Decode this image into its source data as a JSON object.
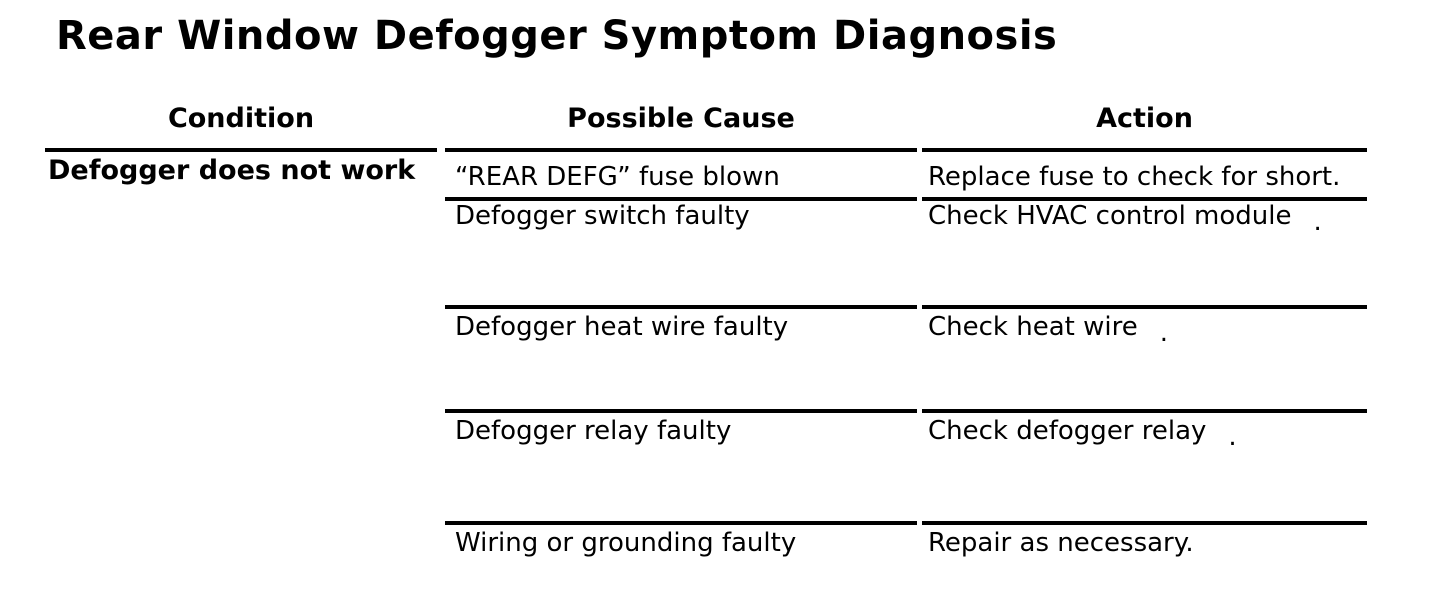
{
  "title": "Rear Window Defogger Symptom Diagnosis",
  "colors": {
    "text": "#000000",
    "background": "#ffffff",
    "rule_lines": "#000000"
  },
  "table": {
    "col_headers": {
      "condition": "Condition",
      "cause": "Possible Cause",
      "action": "Action"
    },
    "condition_value": "Defogger does not work",
    "rows": [
      {
        "cause": "“REAR DEFG” fuse blown",
        "action": "Replace fuse to check for short.",
        "action_period": ""
      },
      {
        "cause": "Defogger switch faulty",
        "action": "Check HVAC control module",
        "action_period": "."
      },
      {
        "cause": "Defogger heat wire faulty",
        "action": "Check heat wire",
        "action_period": "."
      },
      {
        "cause": "Defogger relay faulty",
        "action": "Check defogger relay",
        "action_period": "."
      },
      {
        "cause": "Wiring or grounding faulty",
        "action": "Repair as necessary.",
        "action_period": ""
      }
    ]
  }
}
